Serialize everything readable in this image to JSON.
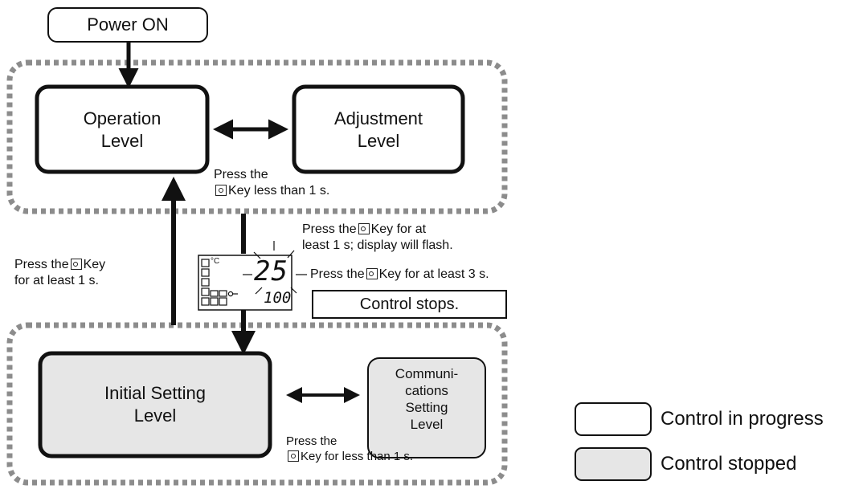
{
  "nodes": {
    "power_on": "Power ON",
    "operation_level": [
      "Operation",
      "Level"
    ],
    "adjustment_level": [
      "Adjustment",
      "Level"
    ],
    "initial_setting_level": [
      "Initial Setting",
      "Level"
    ],
    "communications_setting_level": [
      "Communi-",
      "cations",
      "Setting",
      "Level"
    ]
  },
  "annotations": {
    "press_less_1s_top": [
      "Press the",
      "Key less than 1 s."
    ],
    "press_1s_flash": [
      "Press the",
      "Key for at",
      "least 1 s; display will flash."
    ],
    "press_3s": [
      "Press the",
      "Key for at least 3 s."
    ],
    "control_stops": "Control stops.",
    "press_1s_return": [
      "Press the",
      "Key",
      "for at least 1 s."
    ],
    "press_less_1s_bottom": [
      "Press the",
      "Key for less than 1 s."
    ]
  },
  "display": {
    "main_value": "25",
    "sub_value": "100",
    "unit": "°C"
  },
  "legend": {
    "in_progress": "Control in progress",
    "stopped": "Control stopped"
  },
  "colors": {
    "stopped_fill": "#e6e6e6",
    "line": "#111111",
    "dashed_border": "#8c8c8c"
  },
  "icons": [
    "key-icon"
  ]
}
